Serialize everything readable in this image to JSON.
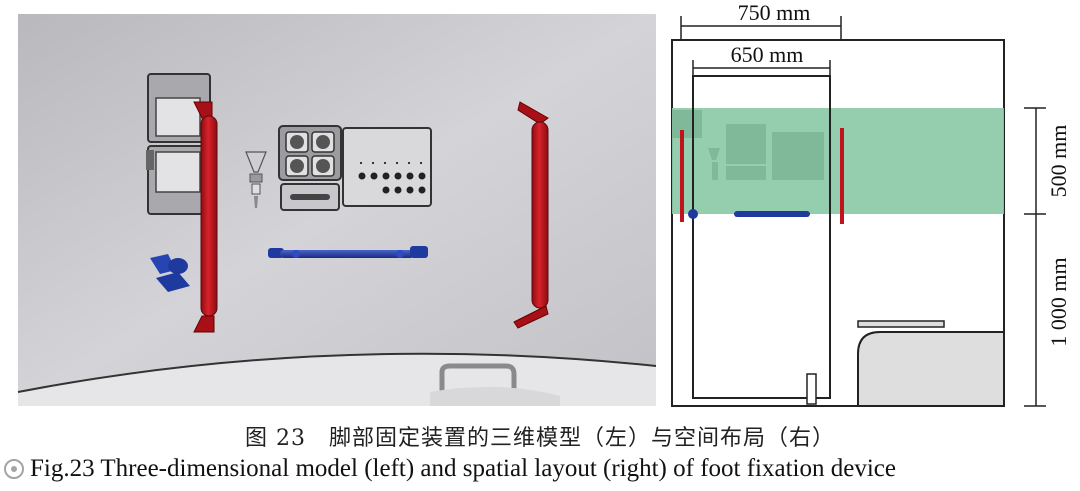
{
  "figure": {
    "right_panel": {
      "dim_outer_width": "750 mm",
      "dim_inner_width": "650 mm",
      "dim_band_height": "500 mm",
      "dim_lower_height": "1 000 mm"
    }
  },
  "caption": {
    "chinese": "图 23　脚部固定装置的三维模型（左）与空间布局（右）",
    "english": "Fig.23 Three-dimensional model (left) and spatial layout (right) of foot fixation device"
  },
  "colors": {
    "handrail_red": "#c0141c",
    "bar_blue": "#1f3a9e",
    "band_green": "#8cc9a8",
    "panel_gray": "#c9c9cc"
  },
  "icons": [
    "watermark-logo-icon"
  ]
}
